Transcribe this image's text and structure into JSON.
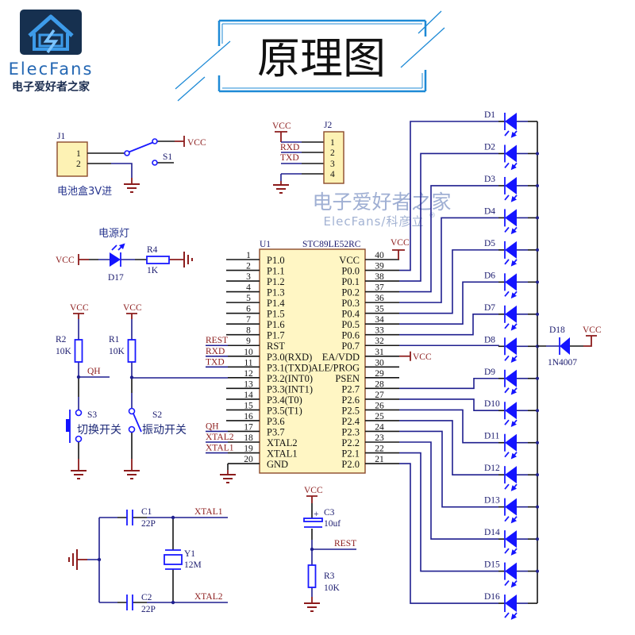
{
  "logo": {
    "brand": "ElecFans",
    "tagline": "电子爱好者之家",
    "icon": "house-lightning-icon"
  },
  "title": "原理图",
  "watermark": {
    "text_cn": "电子爱好者之家",
    "text_en": "ElecFans/科彦立",
    "registered": "®"
  },
  "colors": {
    "wire": "#1f1f8f",
    "component": "#1414ff",
    "power_ground": "#8c1c1c",
    "chip_fill": "#fff6c4",
    "chip_border": "#8b4a2b",
    "frame_accent": "#1e8ad6",
    "logo_bg": "#16304f"
  },
  "battery_input": {
    "connector_ref": "J1",
    "pin_labels": [
      "1",
      "2"
    ],
    "switch_ref": "S1",
    "power_net": "VCC",
    "caption": "电池盒3V进"
  },
  "serial_header": {
    "connector_ref": "J2",
    "pin_labels": [
      "1",
      "2",
      "3",
      "4"
    ],
    "power_net": "VCC",
    "nets": [
      "RXD",
      "TXD"
    ]
  },
  "power_indicator": {
    "caption": "电源灯",
    "power_net": "VCC",
    "led_ref": "D17",
    "resistor_ref": "R4",
    "resistor_value": "1K"
  },
  "mode_switch": {
    "power_net": "VCC",
    "resistor_ref": "R2",
    "resistor_value": "10K",
    "net": "QH",
    "switch_ref": "S3",
    "caption": "切换开关"
  },
  "vibration_switch": {
    "power_net": "VCC",
    "resistor_ref": "R1",
    "resistor_value": "10K",
    "switch_ref": "S2",
    "caption": "振动开关"
  },
  "mcu": {
    "ref": "U1",
    "part": "STC89LE52RC",
    "left_pins": [
      {
        "num": "1",
        "name": "P1.0"
      },
      {
        "num": "2",
        "name": "P1.1"
      },
      {
        "num": "3",
        "name": "P1.2"
      },
      {
        "num": "4",
        "name": "P1.3"
      },
      {
        "num": "5",
        "name": "P1.4"
      },
      {
        "num": "6",
        "name": "P1.5"
      },
      {
        "num": "7",
        "name": "P1.6"
      },
      {
        "num": "8",
        "name": "P1.7"
      },
      {
        "num": "9",
        "name": "RST",
        "net": "REST"
      },
      {
        "num": "10",
        "name": "P3.0(RXD)",
        "net": "RXD"
      },
      {
        "num": "11",
        "name": "P3.1(TXD)",
        "net": "TXD"
      },
      {
        "num": "12",
        "name": "P3.2(INT0)"
      },
      {
        "num": "13",
        "name": "P3.3(INT1)"
      },
      {
        "num": "14",
        "name": "P3.4(T0)"
      },
      {
        "num": "15",
        "name": "P3.5(T1)"
      },
      {
        "num": "16",
        "name": "P3.6"
      },
      {
        "num": "17",
        "name": "P3.7",
        "net": "QH"
      },
      {
        "num": "18",
        "name": "XTAL2",
        "net": "XTAL2"
      },
      {
        "num": "19",
        "name": "XTAL1",
        "net": "XTAL1"
      },
      {
        "num": "20",
        "name": "GND"
      }
    ],
    "right_pins": [
      {
        "num": "40",
        "name": "VCC",
        "net": "VCC"
      },
      {
        "num": "39",
        "name": "P0.0"
      },
      {
        "num": "38",
        "name": "P0.1"
      },
      {
        "num": "37",
        "name": "P0.2"
      },
      {
        "num": "36",
        "name": "P0.3"
      },
      {
        "num": "35",
        "name": "P0.4"
      },
      {
        "num": "34",
        "name": "P0.5"
      },
      {
        "num": "33",
        "name": "P0.6"
      },
      {
        "num": "32",
        "name": "P0.7"
      },
      {
        "num": "31",
        "name": "EA/VDD",
        "net": "VCC"
      },
      {
        "num": "30",
        "name": "ALE/PROG"
      },
      {
        "num": "29",
        "name": "PSEN"
      },
      {
        "num": "28",
        "name": "P2.7"
      },
      {
        "num": "27",
        "name": "P2.6"
      },
      {
        "num": "26",
        "name": "P2.5"
      },
      {
        "num": "25",
        "name": "P2.4"
      },
      {
        "num": "24",
        "name": "P2.3"
      },
      {
        "num": "23",
        "name": "P2.2"
      },
      {
        "num": "22",
        "name": "P2.1"
      },
      {
        "num": "21",
        "name": "P2.0"
      }
    ]
  },
  "oscillator": {
    "c1_ref": "C1",
    "c1_value": "22P",
    "c2_ref": "C2",
    "c2_value": "22P",
    "crystal_ref": "Y1",
    "crystal_value": "12M",
    "net1": "XTAL1",
    "net2": "XTAL2"
  },
  "reset_circuit": {
    "power_net": "VCC",
    "cap_ref": "C3",
    "cap_value": "10uf",
    "cap_polarity": "+",
    "net": "REST",
    "resistor_ref": "R3",
    "resistor_value": "10K"
  },
  "led_array": {
    "leds": [
      "D1",
      "D2",
      "D3",
      "D4",
      "D5",
      "D6",
      "D7",
      "D8",
      "D9",
      "D10",
      "D11",
      "D12",
      "D13",
      "D14",
      "D15",
      "D16"
    ]
  },
  "protection_diode": {
    "ref": "D18",
    "part": "1N4007",
    "power_net": "VCC"
  }
}
